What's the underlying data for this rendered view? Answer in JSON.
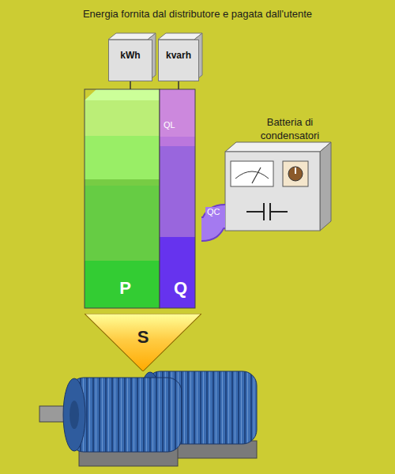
{
  "diagram": {
    "title": "Energia fornita dal distributore e pagata dall'utente",
    "nodes": [
      {
        "text": [
          "kWh"
        ]
      },
      {
        "text": [
          "kvarh"
        ]
      },
      {
        "text": [
          "P"
        ]
      },
      {
        "text": [
          "Q"
        ]
      },
      {
        "text": [
          "Batteria di condensatori"
        ]
      },
      {
        "text": [
          "S"
        ]
      }
    ],
    "edges": [
      {
        "from": 0,
        "to": 2,
        "arrow": "none"
      },
      {
        "from": 1,
        "to": 3,
        "arrow": "none"
      },
      {
        "from": 3,
        "to": 4,
        "label": "QC",
        "arrow": "none"
      }
    ],
    "labels": [
      "QL"
    ]
  }
}
